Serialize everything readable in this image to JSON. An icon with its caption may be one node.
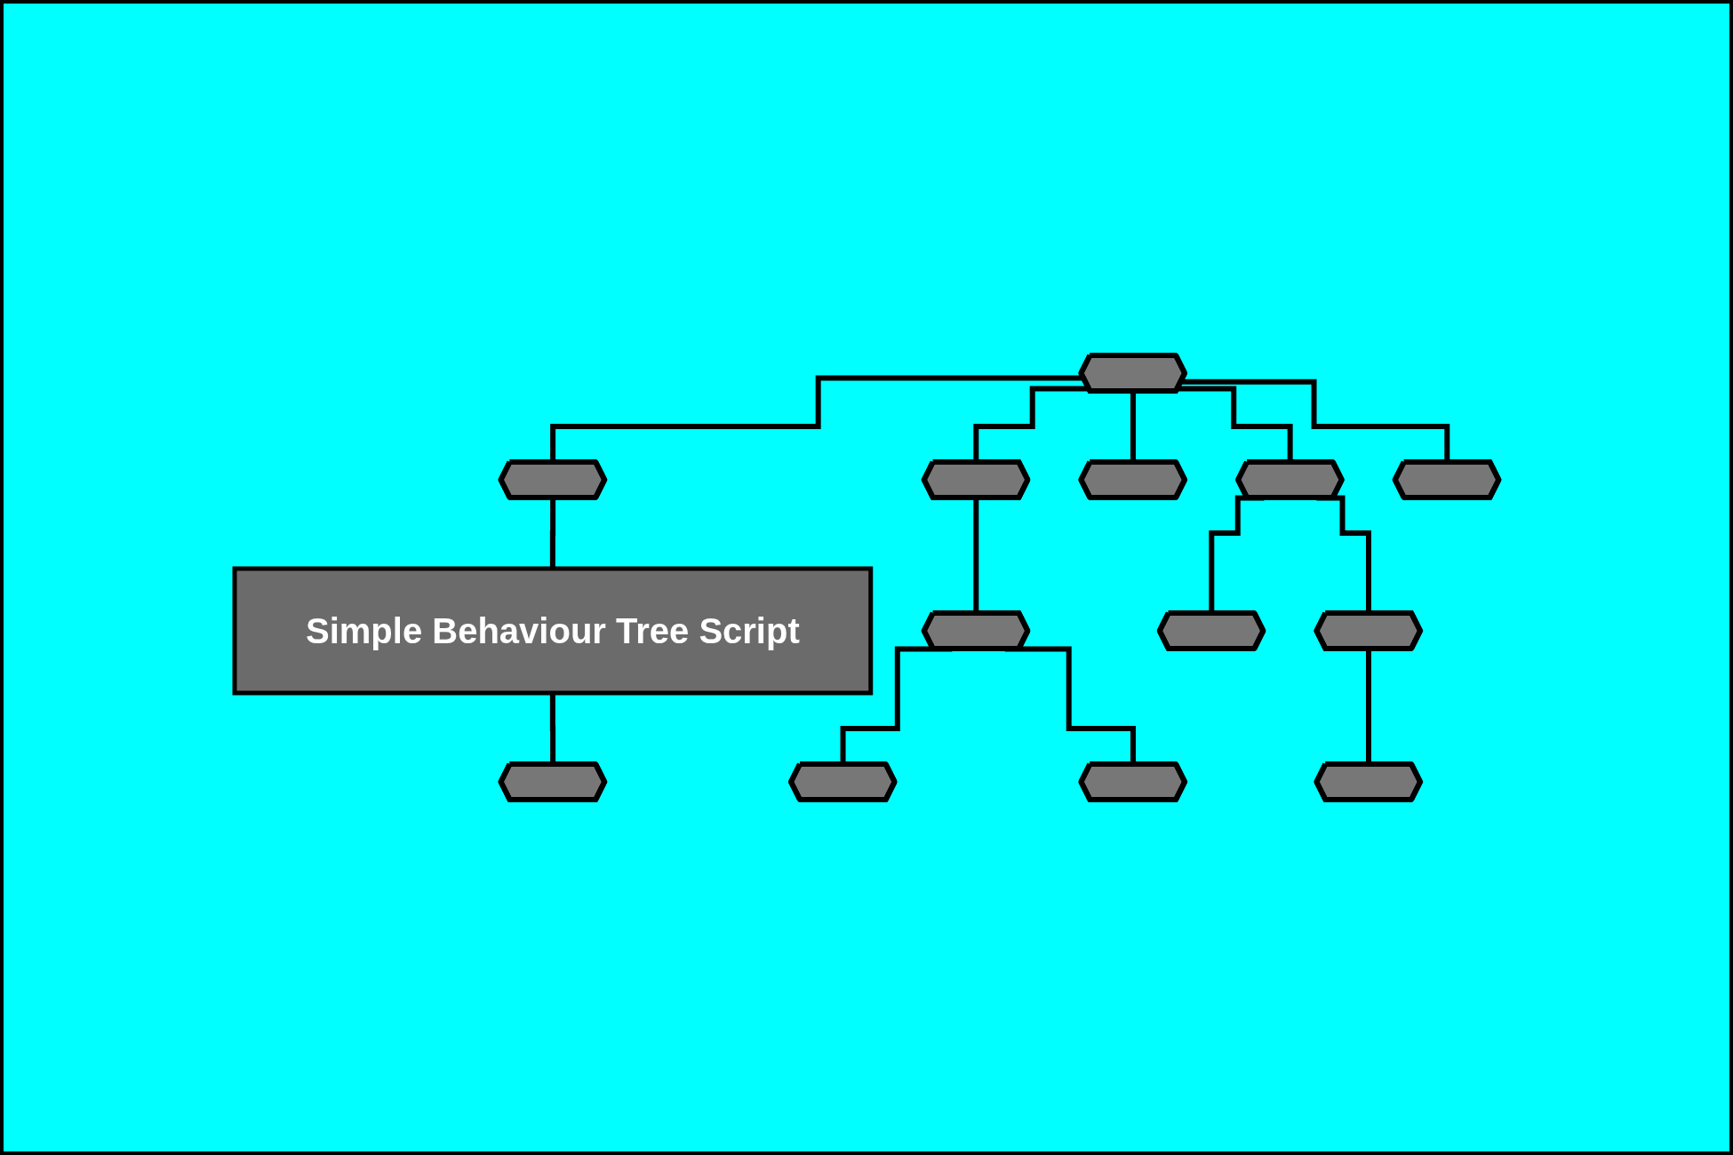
{
  "diagram": {
    "nodes": [
      {
        "text": [],
        "shape": "cube"
      },
      {
        "text": [],
        "shape": "cube"
      },
      {
        "text": [],
        "shape": "cube"
      },
      {
        "text": [],
        "shape": "cube"
      },
      {
        "text": [],
        "shape": "cube"
      },
      {
        "text": [],
        "shape": "cube"
      },
      {
        "text": [
          "Simple Behaviour Tree Script"
        ]
      },
      {
        "text": [],
        "shape": "cube"
      },
      {
        "text": [],
        "shape": "cube"
      },
      {
        "text": [],
        "shape": "cube"
      },
      {
        "text": [],
        "shape": "cube"
      },
      {
        "text": [],
        "shape": "cube"
      },
      {
        "text": [],
        "shape": "cube"
      },
      {
        "text": [],
        "shape": "cube"
      }
    ],
    "edges": [
      {
        "from": 0,
        "to": 1,
        "arrow": "none"
      },
      {
        "from": 0,
        "to": 2,
        "arrow": "none"
      },
      {
        "from": 0,
        "to": 3,
        "arrow": "none"
      },
      {
        "from": 0,
        "to": 4,
        "arrow": "none"
      },
      {
        "from": 0,
        "to": 5,
        "arrow": "none"
      },
      {
        "from": 1,
        "to": 6,
        "arrow": "none"
      },
      {
        "from": 6,
        "to": 10,
        "arrow": "none"
      },
      {
        "from": 2,
        "to": 7,
        "arrow": "none"
      },
      {
        "from": 7,
        "to": 11,
        "arrow": "none"
      },
      {
        "from": 7,
        "to": 12,
        "arrow": "none"
      },
      {
        "from": 4,
        "to": 8,
        "arrow": "none"
      },
      {
        "from": 4,
        "to": 9,
        "arrow": "none"
      },
      {
        "from": 9,
        "to": 13,
        "arrow": "none"
      }
    ]
  }
}
